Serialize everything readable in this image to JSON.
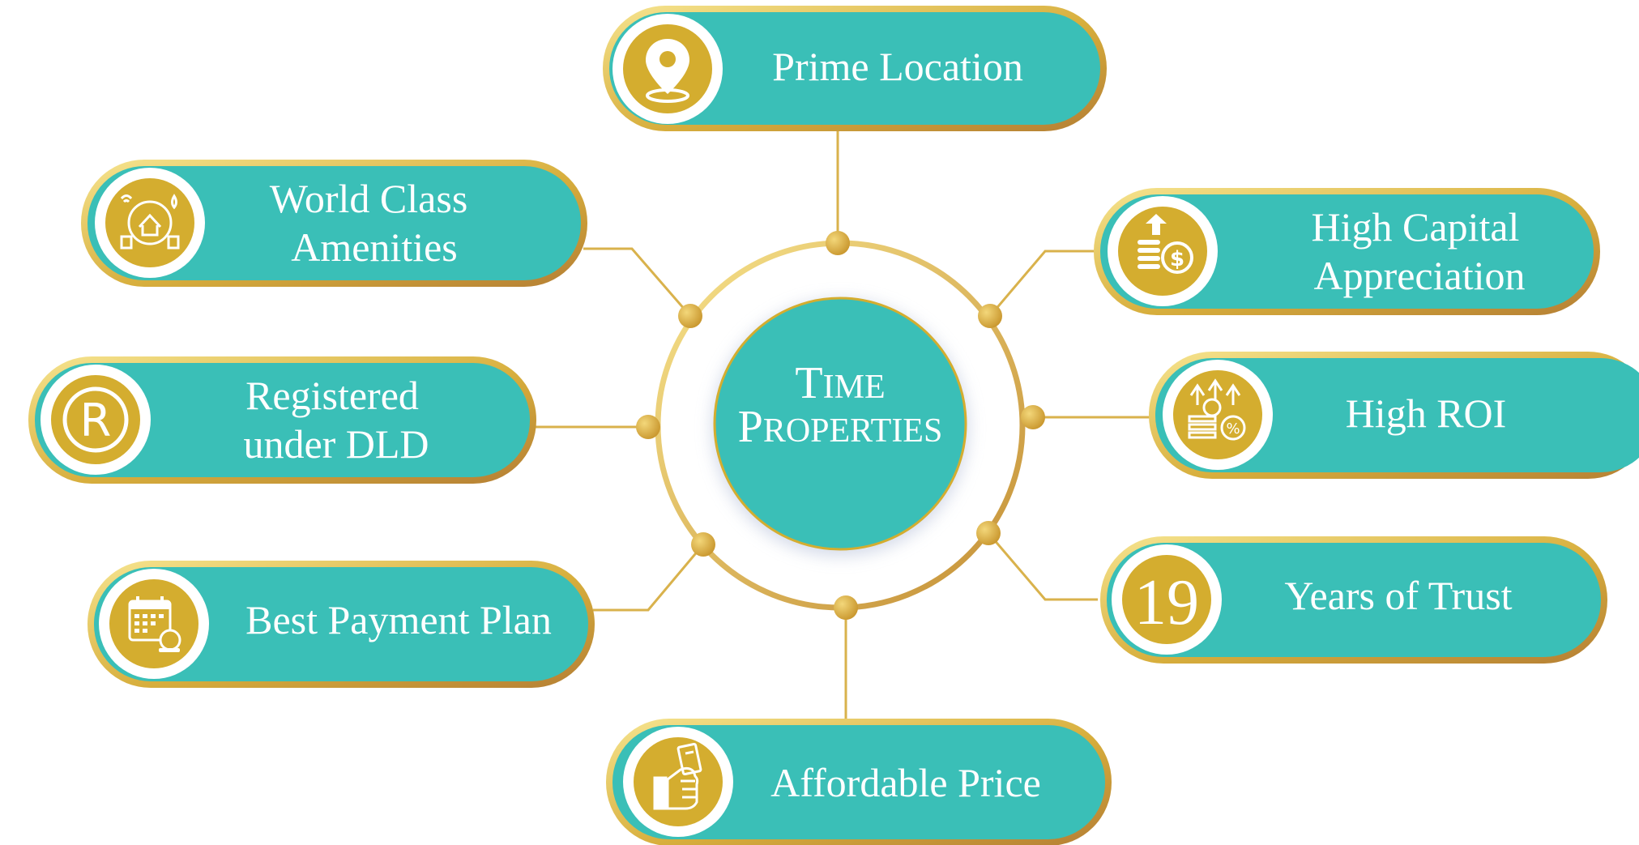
{
  "center": {
    "line1": "Time",
    "line2": "Properties"
  },
  "features": [
    {
      "id": "prime-location",
      "lines": [
        "Prime Location"
      ],
      "icon": "location-pin-icon"
    },
    {
      "id": "world-class-amenities",
      "lines": [
        "World Class",
        "Amenities"
      ],
      "icon": "smart-home-icon"
    },
    {
      "id": "high-capital-appreciation",
      "lines": [
        "High Capital",
        "Appreciation"
      ],
      "icon": "coin-stack-up-arrow-icon"
    },
    {
      "id": "registered-under-dld",
      "lines": [
        "Registered",
        "under DLD"
      ],
      "icon": "registered-trademark-icon"
    },
    {
      "id": "high-roi",
      "lines": [
        "High ROI"
      ],
      "icon": "growth-coins-percent-icon"
    },
    {
      "id": "best-payment-plan",
      "lines": [
        "Best Payment Plan"
      ],
      "icon": "calendar-coins-icon"
    },
    {
      "id": "years-of-trust",
      "lines": [
        "Years of Trust"
      ],
      "icon": "number-19-badge",
      "badge_text": "19"
    },
    {
      "id": "affordable-price",
      "lines": [
        "Affordable Price"
      ],
      "icon": "hand-holding-money-icon"
    }
  ],
  "colors": {
    "teal": "#3abfb7",
    "gold": "#d4ad2f",
    "gold_light": "#f3df8a",
    "gold_dark": "#b8863a",
    "white": "#ffffff"
  }
}
